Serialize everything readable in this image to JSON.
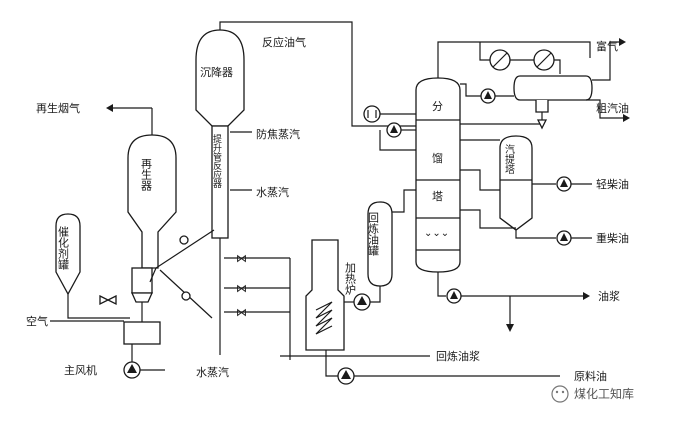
{
  "labels": {
    "reaction_oil_gas": "反应油气",
    "settler": "沉降器",
    "anticoking_steam": "防焦蒸汽",
    "riser_reactor": "提升管反应器",
    "steam_mid": "水蒸汽",
    "steam_bottom": "水蒸汽",
    "regen_flue_gas": "再生烟气",
    "regenerator": "再生器",
    "catalyst_tank": "催化剂罐",
    "air": "空气",
    "main_blower": "主风机",
    "heating_furnace": "加热炉",
    "recycle_oil_tank": "回炼油罐",
    "fractionator_top": "分",
    "fractionator_mid": "馏",
    "fractionator_low": "塔",
    "stripper": "汽提塔",
    "rich_gas": "富气",
    "crude_gasoline": "粗汽油",
    "light_diesel": "轻柴油",
    "heavy_diesel": "重柴油",
    "slurry_oil": "油浆",
    "recycle_slurry": "回炼油浆",
    "feed_oil": "原料油",
    "watermark": "煤化工知库"
  }
}
